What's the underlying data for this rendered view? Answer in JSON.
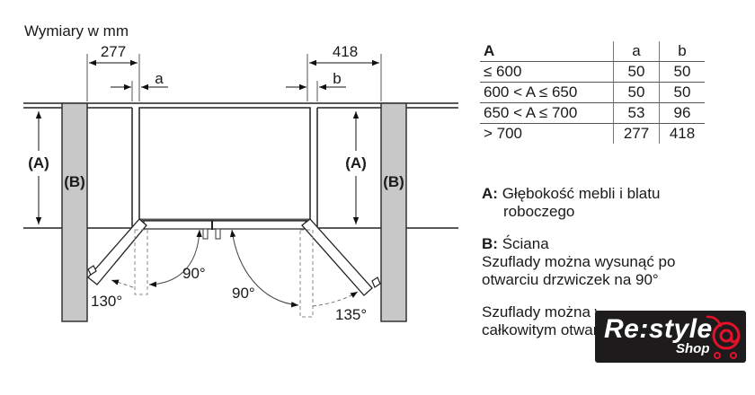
{
  "title": "Wymiary w mm",
  "dimensions": {
    "left_clearance": "277",
    "right_clearance": "418",
    "gap_left": "a",
    "gap_right": "b"
  },
  "labels": {
    "depth": "(A)",
    "wall": "(B)"
  },
  "angles": {
    "left_open": "130°",
    "left_90": "90°",
    "right_90": "90°",
    "right_open": "135°"
  },
  "table": {
    "headers": [
      "A",
      "a",
      "b"
    ],
    "rows": [
      [
        "≤ 600",
        "50",
        "50"
      ],
      [
        "600 < A ≤ 650",
        "50",
        "50"
      ],
      [
        "650 < A ≤ 700",
        "53",
        "96"
      ],
      [
        "> 700",
        "277",
        "418"
      ]
    ]
  },
  "legend": {
    "a_key": "A:",
    "a_line1": "Głębokość mebli i blatu",
    "a_line2": "roboczego",
    "b_key": "B:",
    "b_line1": "Ściana",
    "b_line2": "Szuflady można wysunąć po",
    "b_line3": "otwarciu drzwiczek na 90°",
    "c_line1": "Szuflady można wysunąć po",
    "c_line2": "całkowitym otwarciu drzwiczek"
  },
  "logo": {
    "text": "Re:style",
    "sub": "Shop",
    "accent": "#e3122a"
  },
  "colors": {
    "wall_fill": "#c8c8c8",
    "line": "#222222"
  }
}
